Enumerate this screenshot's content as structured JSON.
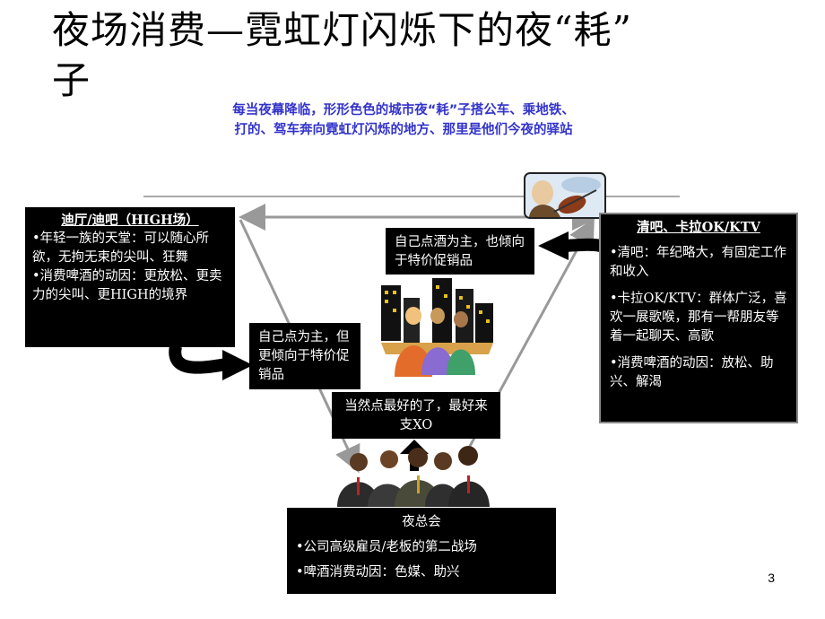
{
  "title": {
    "line1": "夜场消费—霓虹灯闪烁下的夜“耗”",
    "line2": "子"
  },
  "subtitle": {
    "line1": "每当夜幕降临，形形色色的城市夜“耗”子搭公车、乘地铁、",
    "line2": "打的、驾车奔向霓虹灯闪烁的地方、那里是他们今夜的驿站"
  },
  "left_box": {
    "heading": "迪厅/迪吧（HIGH场）",
    "items": [
      "•年轻一族的天堂：可以随心所欲，无拘无束的尖叫、狂舞",
      "•消费啤酒的动因：更放松、更卖力的尖叫、更HIGH的境界"
    ]
  },
  "right_box": {
    "heading": "清吧、卡拉OK/KTV",
    "items": [
      "•清吧：年纪略大，有固定工作和收入",
      "•卡拉OK/KTV：群体广泛，喜欢一展歌喉，那有一帮朋友等着一起聊天、高歌",
      "•消费啤酒的动因：放松、助兴、解渴"
    ]
  },
  "bottom_box": {
    "heading": "夜总会",
    "items": [
      "•公司高级雇员/老板的第二战场",
      "•啤酒消费动因：色媒、助兴"
    ]
  },
  "callouts": {
    "middle": "自己点为主，但更倾向于特价促销品",
    "right": "自己点酒为主，也倾向于特价促销品",
    "bottom": "当然点最好的了，最好来支XO"
  },
  "icons": [
    "violinist-clipart-icon",
    "city-people-clipart-icon",
    "businessmen-clipart-icon"
  ],
  "colors": {
    "subtitle": "#3333cc",
    "box_fill": "#000000",
    "triangle_line": "#999999"
  },
  "page_number": "3"
}
